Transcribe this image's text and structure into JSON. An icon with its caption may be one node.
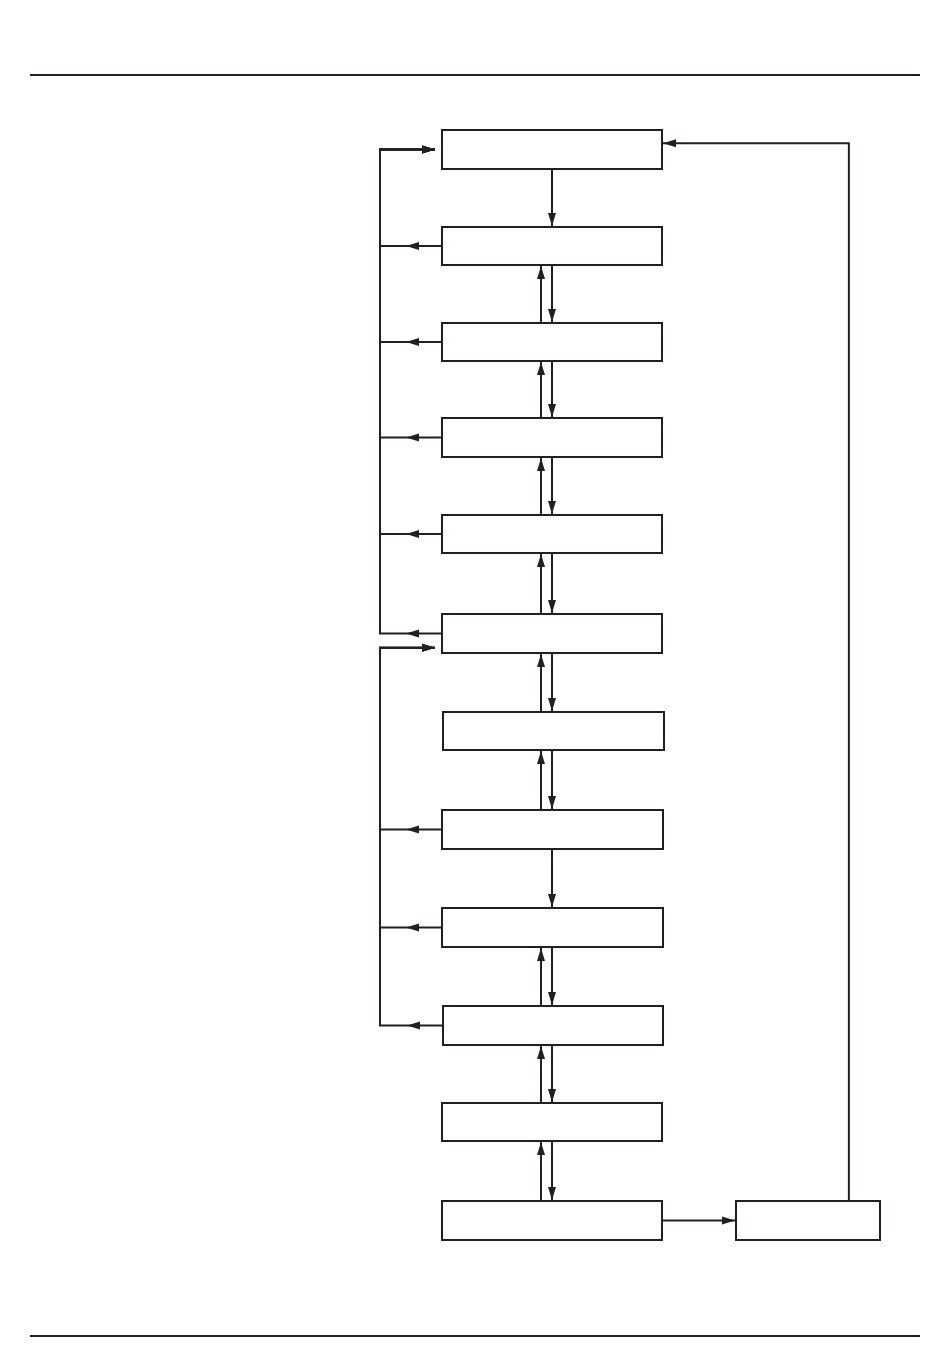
{
  "diagram": {
    "nodes": [
      {
        "text": [],
        "shape": "box"
      },
      {
        "text": [],
        "shape": "box"
      },
      {
        "text": [],
        "shape": "box"
      },
      {
        "text": [],
        "shape": "box"
      },
      {
        "text": [],
        "shape": "box"
      },
      {
        "text": [],
        "shape": "box"
      },
      {
        "text": [],
        "shape": "box"
      },
      {
        "text": [],
        "shape": "box"
      },
      {
        "text": [],
        "shape": "box"
      },
      {
        "text": [],
        "shape": "box"
      },
      {
        "text": [],
        "shape": "box"
      },
      {
        "text": [],
        "shape": "box"
      },
      {
        "text": [],
        "shape": "box"
      }
    ],
    "edges": [
      {
        "from": 0,
        "to": 1,
        "arrow": "to"
      },
      {
        "from": 2,
        "to": 1,
        "arrow": "to"
      },
      {
        "from": 1,
        "to": 2,
        "arrow": "to"
      },
      {
        "from": 3,
        "to": 2,
        "arrow": "to"
      },
      {
        "from": 2,
        "to": 3,
        "arrow": "to"
      },
      {
        "from": 4,
        "to": 3,
        "arrow": "to"
      },
      {
        "from": 3,
        "to": 4,
        "arrow": "to"
      },
      {
        "from": 5,
        "to": 4,
        "arrow": "to"
      },
      {
        "from": 4,
        "to": 5,
        "arrow": "to"
      },
      {
        "from": 6,
        "to": 5,
        "arrow": "to"
      },
      {
        "from": 5,
        "to": 6,
        "arrow": "to"
      },
      {
        "from": 7,
        "to": 6,
        "arrow": "to"
      },
      {
        "from": 6,
        "to": 7,
        "arrow": "to"
      },
      {
        "from": 7,
        "to": 8,
        "arrow": "to"
      },
      {
        "from": 9,
        "to": 8,
        "arrow": "to"
      },
      {
        "from": 8,
        "to": 9,
        "arrow": "to"
      },
      {
        "from": 10,
        "to": 9,
        "arrow": "to"
      },
      {
        "from": 9,
        "to": 10,
        "arrow": "to"
      },
      {
        "from": 11,
        "to": 10,
        "arrow": "to"
      },
      {
        "from": 10,
        "to": 11,
        "arrow": "to"
      },
      {
        "from": 1,
        "to": 0,
        "arrow": "to"
      },
      {
        "from": 2,
        "to": 0,
        "arrow": "to"
      },
      {
        "from": 3,
        "to": 0,
        "arrow": "to"
      },
      {
        "from": 4,
        "to": 0,
        "arrow": "to"
      },
      {
        "from": 5,
        "to": 0,
        "arrow": "to"
      },
      {
        "from": 7,
        "to": 5,
        "arrow": "to"
      },
      {
        "from": 8,
        "to": 5,
        "arrow": "to"
      },
      {
        "from": 9,
        "to": 5,
        "arrow": "to"
      },
      {
        "from": 11,
        "to": 12,
        "arrow": "to"
      },
      {
        "from": 12,
        "to": 0,
        "arrow": "to"
      }
    ]
  }
}
